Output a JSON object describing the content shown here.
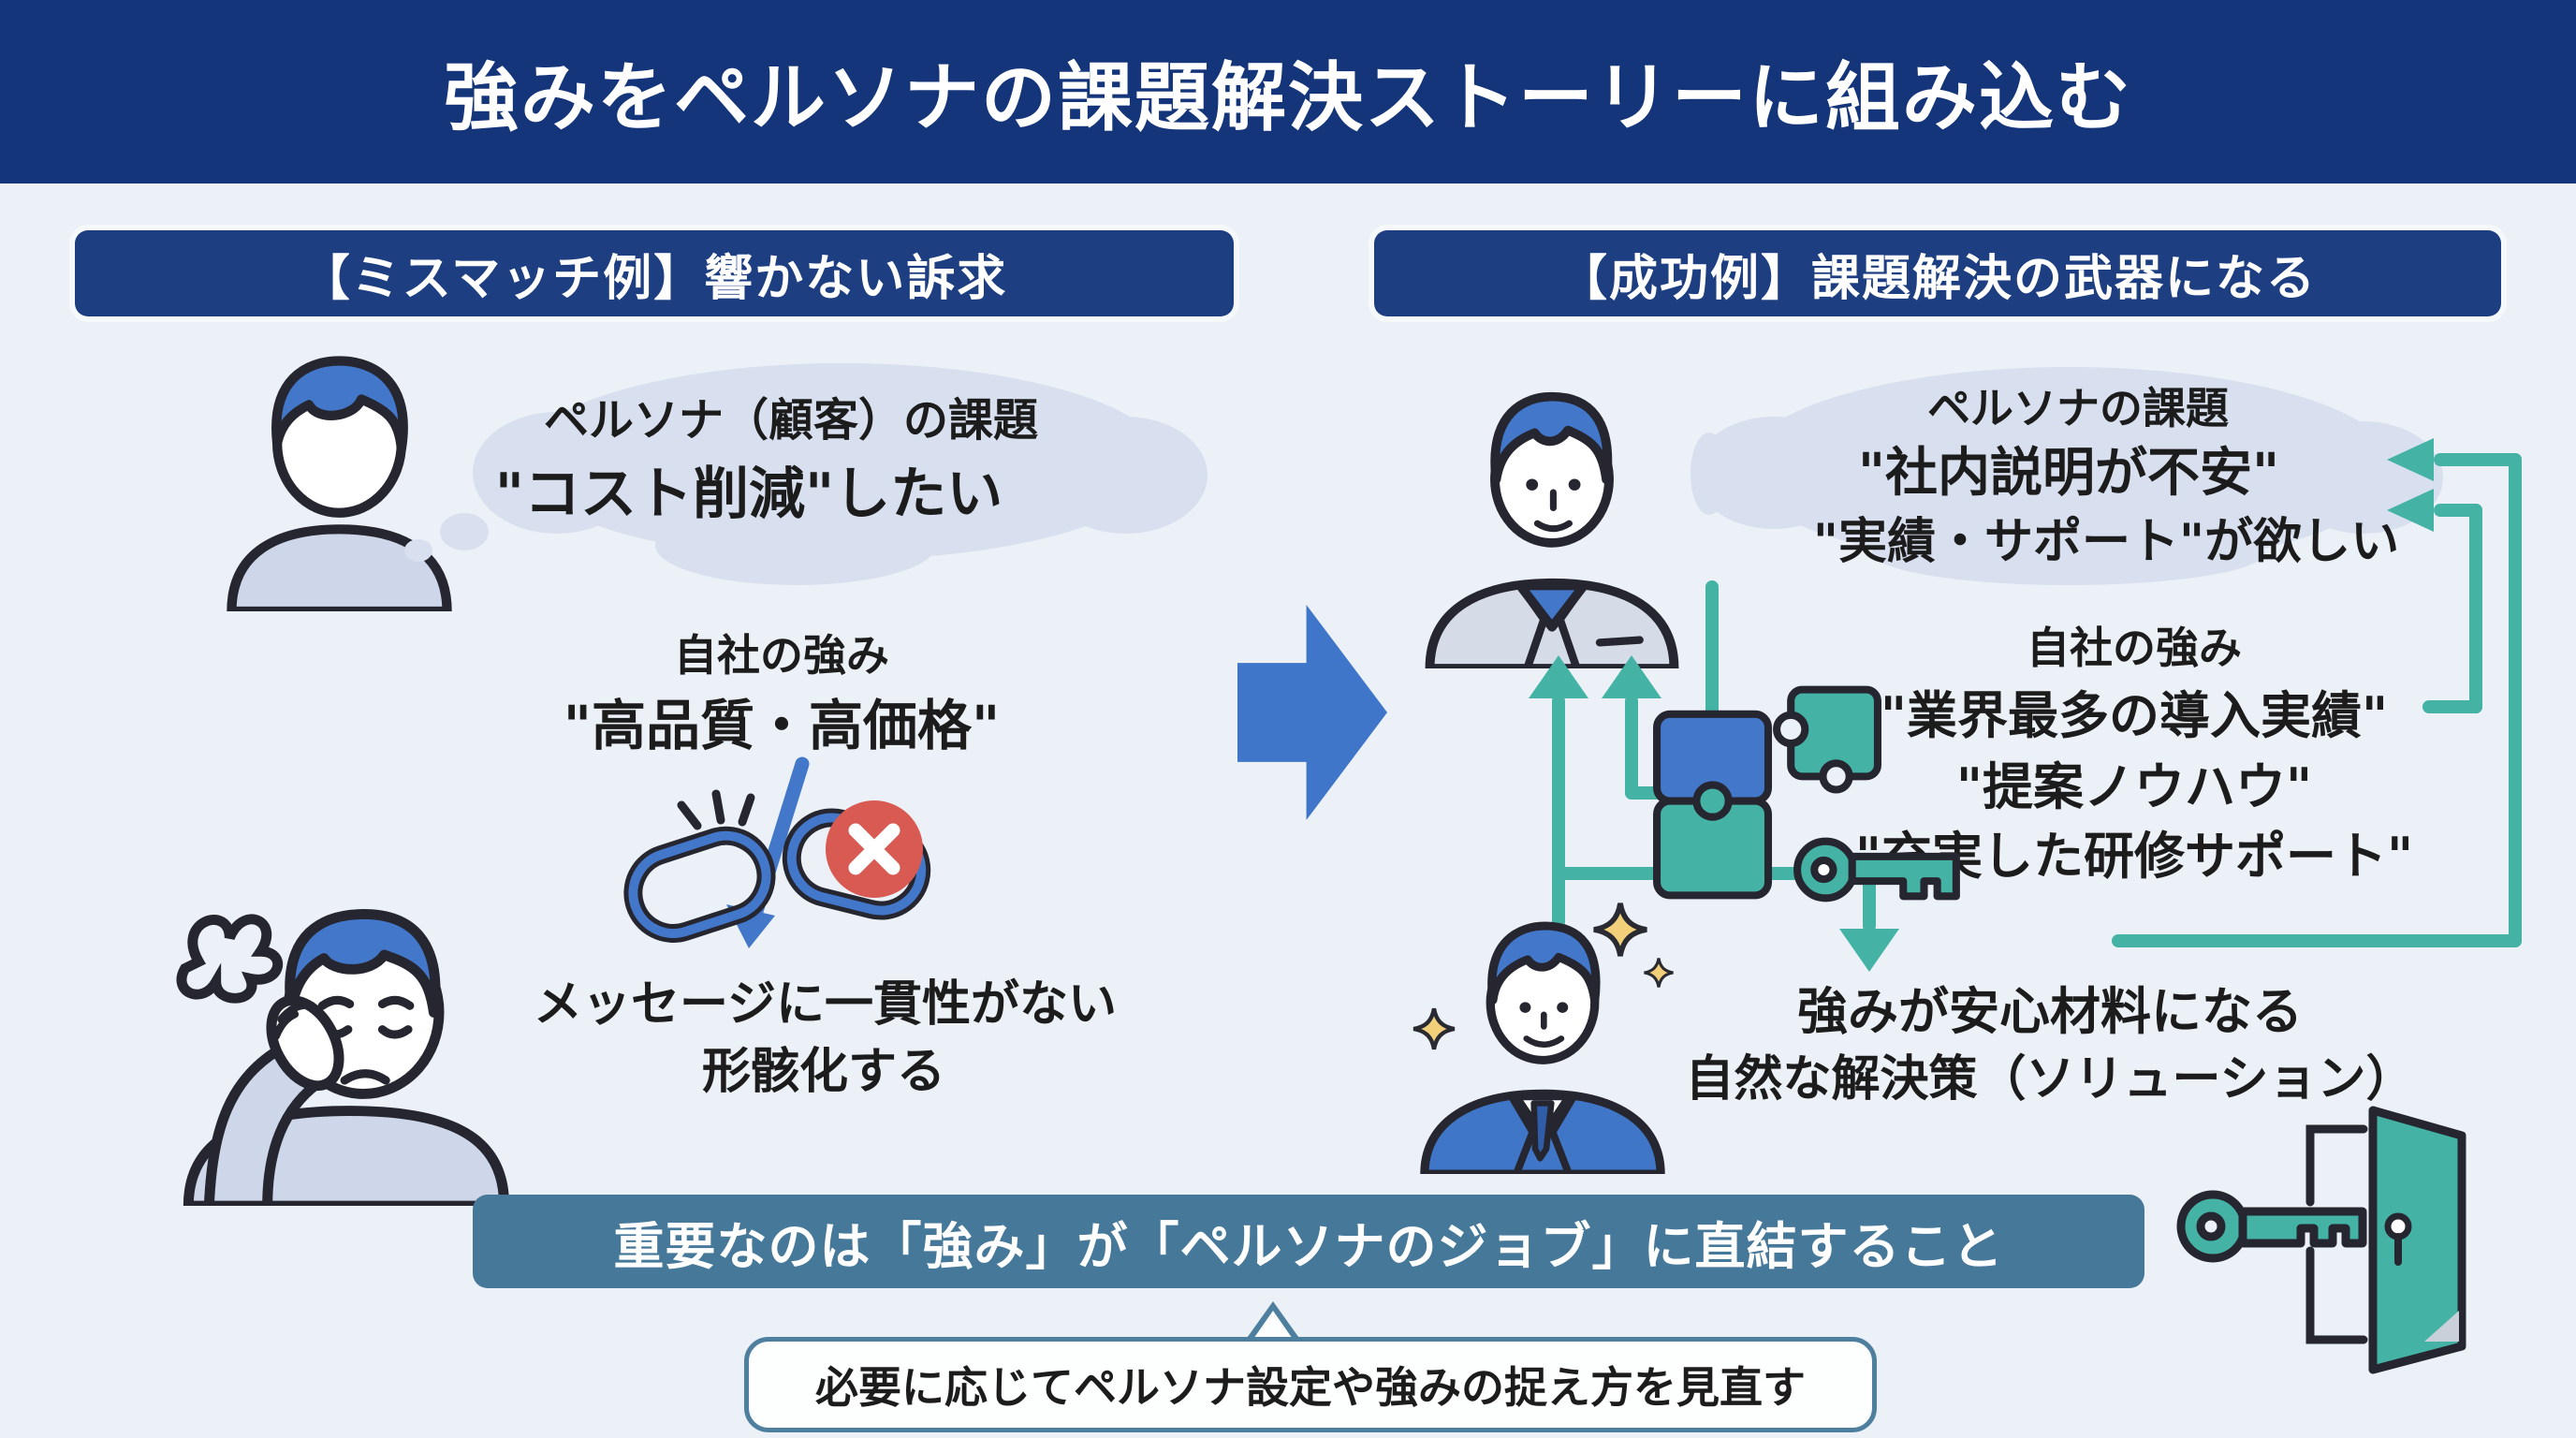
{
  "title": "強みをペルソナの課題解決ストーリーに組み込む",
  "left": {
    "header": "【ミスマッチ例】響かない訴求",
    "bubble_line1": "ペルソナ（顧客）の課題",
    "bubble_line2": "\"コスト削減\"したい",
    "strength_label": "自社の強み",
    "strength_value": "\"高品質・高価格\"",
    "result_line1": "メッセージに一貫性がない",
    "result_line2": "形骸化する"
  },
  "right": {
    "header": "【成功例】課題解決の武器になる",
    "bubble_line1": "ペルソナの課題",
    "bubble_line2": "\"社内説明が不安\"",
    "bubble_line3": "\"実績・サポート\"が欲しい",
    "strength_label": "自社の強み",
    "strength_item1": "\"業界最多の導入実績\"",
    "strength_item2": "\"提案ノウハウ\"",
    "strength_item3": "\"充実した研修サポート\"",
    "result_line1": "強みが安心材料になる",
    "result_line2": "自然な解決策（ソリューション）"
  },
  "bottom": {
    "banner": "重要なのは「強み」が「ペルソナのジョブ」に直結すること",
    "note": "必要に応じてペルソナ設定や強みの捉え方を見直す"
  },
  "colors": {
    "title_navy": "#15357a",
    "header_navy": "#1d3e80",
    "accent_teal": "#44b3a6",
    "accent_blue": "#4277ca",
    "banner_steel": "#46789a",
    "bubble_fill": "#d8e0ef",
    "background": "#ebf1f6",
    "error_red": "#d85a52",
    "sparkle_yellow": "#f2d07a"
  },
  "icons": {
    "left": [
      "persona-icon",
      "thought-bubble",
      "broken-chain-icon",
      "error-x-icon",
      "worried-person-icon"
    ],
    "center": [
      "right-arrow-icon"
    ],
    "right": [
      "persona-icon",
      "thought-bubble",
      "up-arrow-icon",
      "left-arrow-icon",
      "down-arrow-icon",
      "puzzle-icon",
      "key-icon",
      "happy-person-icon",
      "sparkle-icon"
    ],
    "bottom": [
      "key-icon",
      "door-icon"
    ]
  }
}
